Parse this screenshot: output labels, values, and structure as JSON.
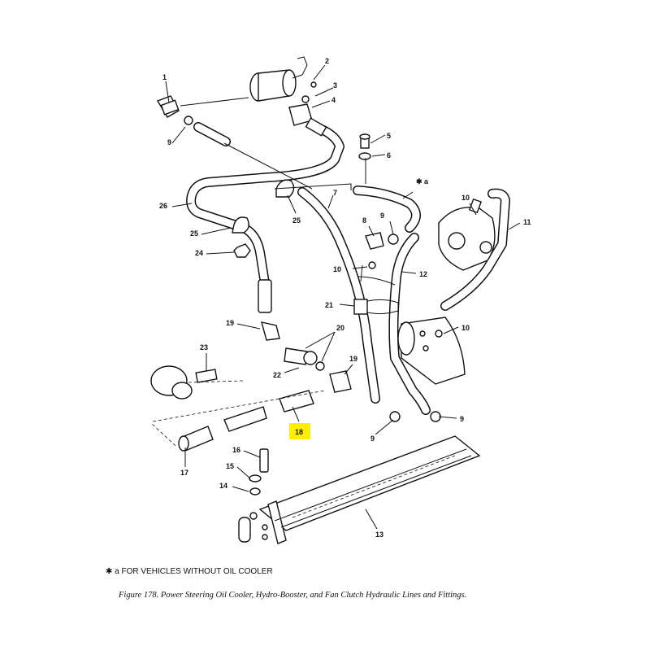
{
  "diagram": {
    "callouts": {
      "c1": "1",
      "c2": "2",
      "c3": "3",
      "c4": "4",
      "c5": "5",
      "c6": "6",
      "c7": "7",
      "c8": "8",
      "c9a": "9",
      "c9b": "9",
      "c9c": "9",
      "c9d": "9",
      "c10a": "10",
      "c10b": "10",
      "c10c": "10",
      "c11": "11",
      "c12": "12",
      "c13": "13",
      "c14": "14",
      "c15": "15",
      "c16": "16",
      "c17": "17",
      "c18": "18",
      "c19a": "19",
      "c19b": "19",
      "c20": "20",
      "c21": "21",
      "c22": "22",
      "c23": "23",
      "c24": "24",
      "c25a": "25",
      "c25b": "25",
      "c26": "26",
      "star_a": "✱ a"
    },
    "highlight_color": "#ffee00",
    "highlighted_callout": "18"
  },
  "footnote": "✱ a  FOR VEHICLES WITHOUT OIL COOLER",
  "caption": "Figure 178. Power Steering Oil Cooler, Hydro-Booster, and Fan Clutch Hydraulic Lines and Fittings."
}
